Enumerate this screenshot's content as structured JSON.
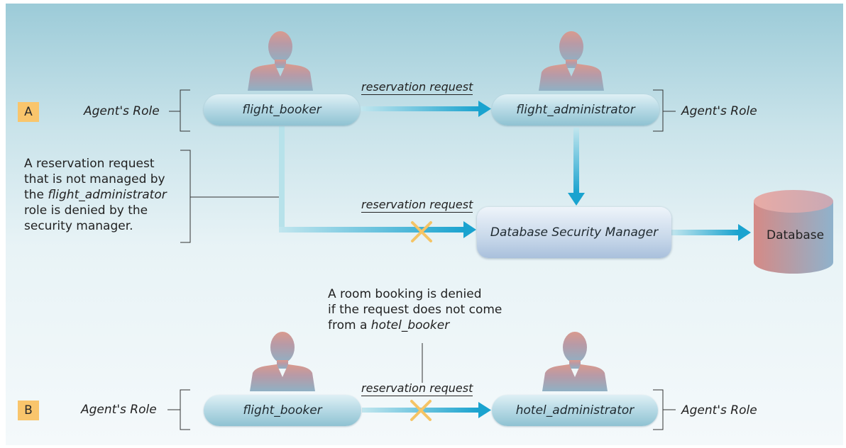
{
  "panel_a": {
    "badge": "A",
    "left_role_label": "Agent's Role",
    "right_role_label": "Agent's Role",
    "sender_role": "flight_booker",
    "receiver_role": "flight_administrator",
    "request_label_top": "reservation request",
    "request_label_bottom": "reservation request",
    "security_manager": "Database Security Manager",
    "database": "Database",
    "note": {
      "line1": "A reservation request",
      "line2": "that is not managed by",
      "line3_italic": "flight_administrator",
      "line3_prefix": "the ",
      "line4": "role is denied by the",
      "line5": "security manager."
    }
  },
  "panel_b": {
    "badge": "B",
    "left_role_label": "Agent's Role",
    "right_role_label": "Agent's Role",
    "sender_role": "flight_booker",
    "receiver_role": "hotel_administrator",
    "request_label": "reservation request",
    "note": {
      "line1": "A room booking is denied",
      "line2": "if the request does not come",
      "line3_prefix": "from a ",
      "line3_italic": "hotel_booker"
    }
  },
  "colors": {
    "arrow": "#1aa3cf",
    "arrow_light": "#b7e2ea",
    "deny_mark": "#f5c465",
    "badge": "#f9c56c"
  }
}
